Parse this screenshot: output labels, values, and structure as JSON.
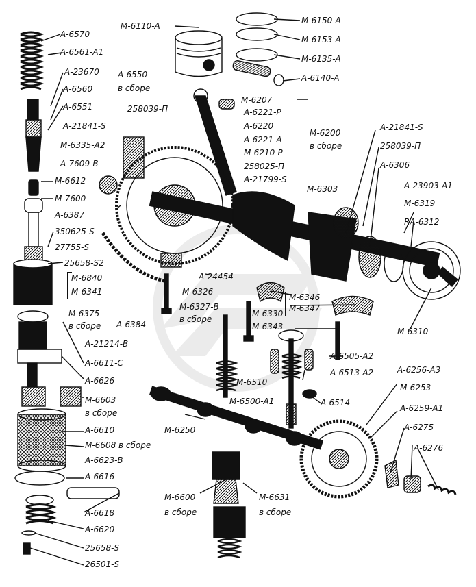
{
  "colors": {
    "ink": "#111111",
    "paper": "#ffffff",
    "watermark": "#c8c8c8"
  },
  "labels": {
    "a6570": "A-6570",
    "a6561a1": "A-6561-A1",
    "a23670": "A-23670",
    "a6560": "A-6560",
    "a6551": "A-6551",
    "a6550": "A-6550",
    "a6550_sub": "в сборе",
    "a21841s_l": "A-21841-S",
    "m6335a2": "M-6335-A2",
    "a7609b": "A-7609-B",
    "m6612": "M-6612",
    "m7600": "M-7600",
    "a6387": "A-6387",
    "n350625s": "350625-S",
    "n27755s": "27755-S",
    "n25658s2": "25658-S2",
    "m6840": "M-6840",
    "m6341": "M-6341",
    "m6375": "M-6375",
    "m6375_sub": "в сборе",
    "a6384": "A-6384",
    "a21214b": "A-21214-B",
    "a6611c": "A-6611-C",
    "a6626": "A-6626",
    "m6603": "M-6603",
    "m6603_sub": "в сборе",
    "a6610": "A-6610",
    "m6608": "M-6608 в сборе",
    "a6623b": "A-6623-B",
    "a6616": "A-6616",
    "a6618": "A-6618",
    "a6620": "A-6620",
    "n25658s": "25658-S",
    "n26501s": "26501-S",
    "m6110a": "M-6110-A",
    "m6150a": "M-6150-A",
    "m6153a": "M-6153-A",
    "m6135a": "M-6135-A",
    "a6140a": "A-6140-A",
    "n258039p_top": "258039-П",
    "m6207": "M-6207",
    "a6221p": "A-6221-P",
    "a6220": "A-6220",
    "a6221a": "A-6221-A",
    "m6210p": "M-6210-P",
    "n258025p": "258025-П",
    "a21799s": "A-21799-S",
    "m6200": "M-6200",
    "m6200_sub": "в сборе",
    "a21841s_r": "A-21841-S",
    "n258039p_r": "258039-П",
    "a6306": "A-6306",
    "m6303": "M-6303",
    "a23903a1": "A-23903-A1",
    "m6319": "M-6319",
    "ra6312": "RA-6312",
    "a24454": "A-24454",
    "m6326": "M-6326",
    "m6327b": "M-6327-B",
    "m6327b_sub": "в сборе",
    "m6346": "M-6346",
    "m6347": "M-6347",
    "m6330": "M-6330",
    "m6343": "M-6343",
    "m6310": "M-6310",
    "m6510": "M-6510",
    "a6505a2": "A-6505-A2",
    "a6513a2": "A-6513-A2",
    "m6500a1": "M-6500-A1",
    "a6514": "A-6514",
    "a6256a3": "A-6256-A3",
    "m6253": "M-6253",
    "a6259a1": "A-6259-A1",
    "a6275": "A-6275",
    "a6276": "A-6276",
    "m6250": "M-6250",
    "m6600": "M-6600",
    "m6600_sub": "в сборе",
    "m6631": "M-6631",
    "m6631_sub": "в сборе"
  }
}
